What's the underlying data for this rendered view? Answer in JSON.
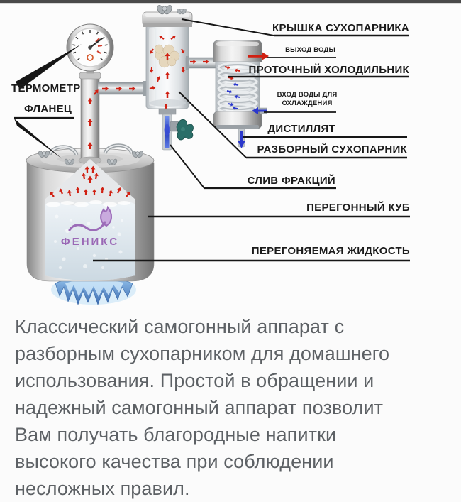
{
  "diagram": {
    "brand_logo_text": "ФЕНИКС",
    "labels": {
      "thermometer": "ТЕРМОМЕТР",
      "flange": "ФЛАНЕЦ",
      "steamer_cover": "КРЫШКА СУХОПАРНИКА",
      "water_out": "ВЫХОД ВОДЫ",
      "cooler": "ПРОТОЧНЫЙ ХОЛОДИЛЬНИК",
      "water_in": "ВХОД ВОДЫ ДЛЯ ОХЛАЖДЕНИЯ",
      "distillate": "ДИСТИЛЛЯТ",
      "steamer": "РАЗБОРНЫЙ СУХОПАРНИК",
      "fractions_drain": "СЛИВ ФРАКЦИЙ",
      "boiler": "ПЕРЕГОННЫЙ КУБ",
      "distilled_liquid": "ПЕРЕГОНЯЕМАЯ ЖИДКОСТЬ"
    },
    "colors": {
      "vapor_arrow_red": "#d02012",
      "water_arrow_blue": "#2b38cc",
      "brand_purple": "#9a68b5",
      "label_text": "#1b1b1b",
      "leader_line": "#161616"
    }
  },
  "description": {
    "text_color": "#5d6165",
    "lines": [
      "Классический самогонный аппарат с",
      "разборным сухопарником для домашнего",
      "использования. Простой в обращении и",
      "надежный самогонный аппарат позволит",
      "Вам получать благородные напитки",
      "высокого качества при соблюдении",
      "несложных правил."
    ]
  }
}
